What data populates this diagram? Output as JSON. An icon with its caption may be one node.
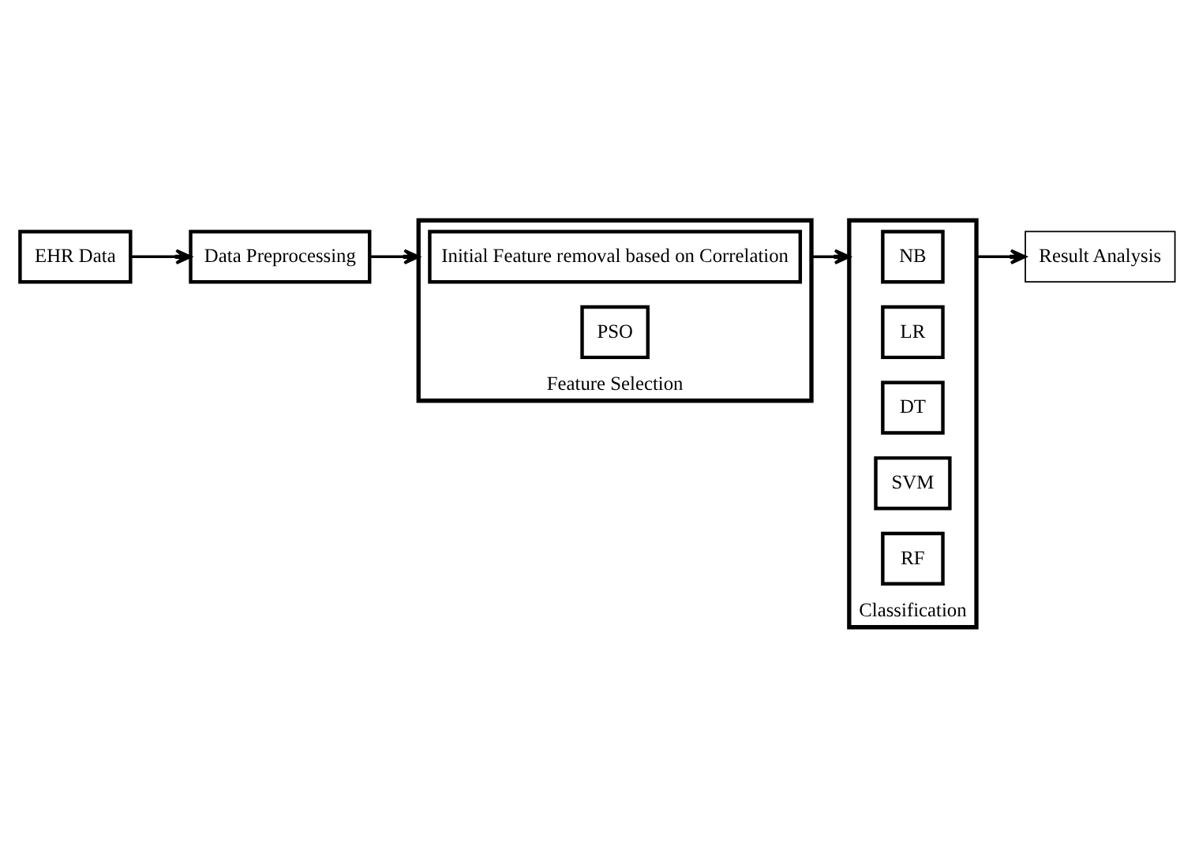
{
  "diagram": {
    "nodes": [
      {
        "text": [
          "EHR Data"
        ]
      },
      {
        "text": [
          "Data Preprocessing"
        ]
      },
      {
        "text": [
          "Feature Selection"
        ]
      },
      {
        "text": [
          "Initial Feature removal based on Correlation"
        ],
        "in": 2
      },
      {
        "text": [
          "PSO"
        ],
        "in": 2
      },
      {
        "text": [
          "Classification"
        ]
      },
      {
        "text": [
          "NB"
        ],
        "in": 5
      },
      {
        "text": [
          "LR"
        ],
        "in": 5
      },
      {
        "text": [
          "DT"
        ],
        "in": 5
      },
      {
        "text": [
          "SVM"
        ],
        "in": 5
      },
      {
        "text": [
          "RF"
        ],
        "in": 5
      },
      {
        "text": [
          "Result Analysis"
        ]
      }
    ],
    "edges": [
      {
        "from": 0,
        "to": 1,
        "arrow": "to"
      },
      {
        "from": 1,
        "to": 2,
        "arrow": "to"
      },
      {
        "from": 2,
        "to": 5,
        "arrow": "to"
      },
      {
        "from": 5,
        "to": 11,
        "arrow": "to"
      }
    ]
  }
}
